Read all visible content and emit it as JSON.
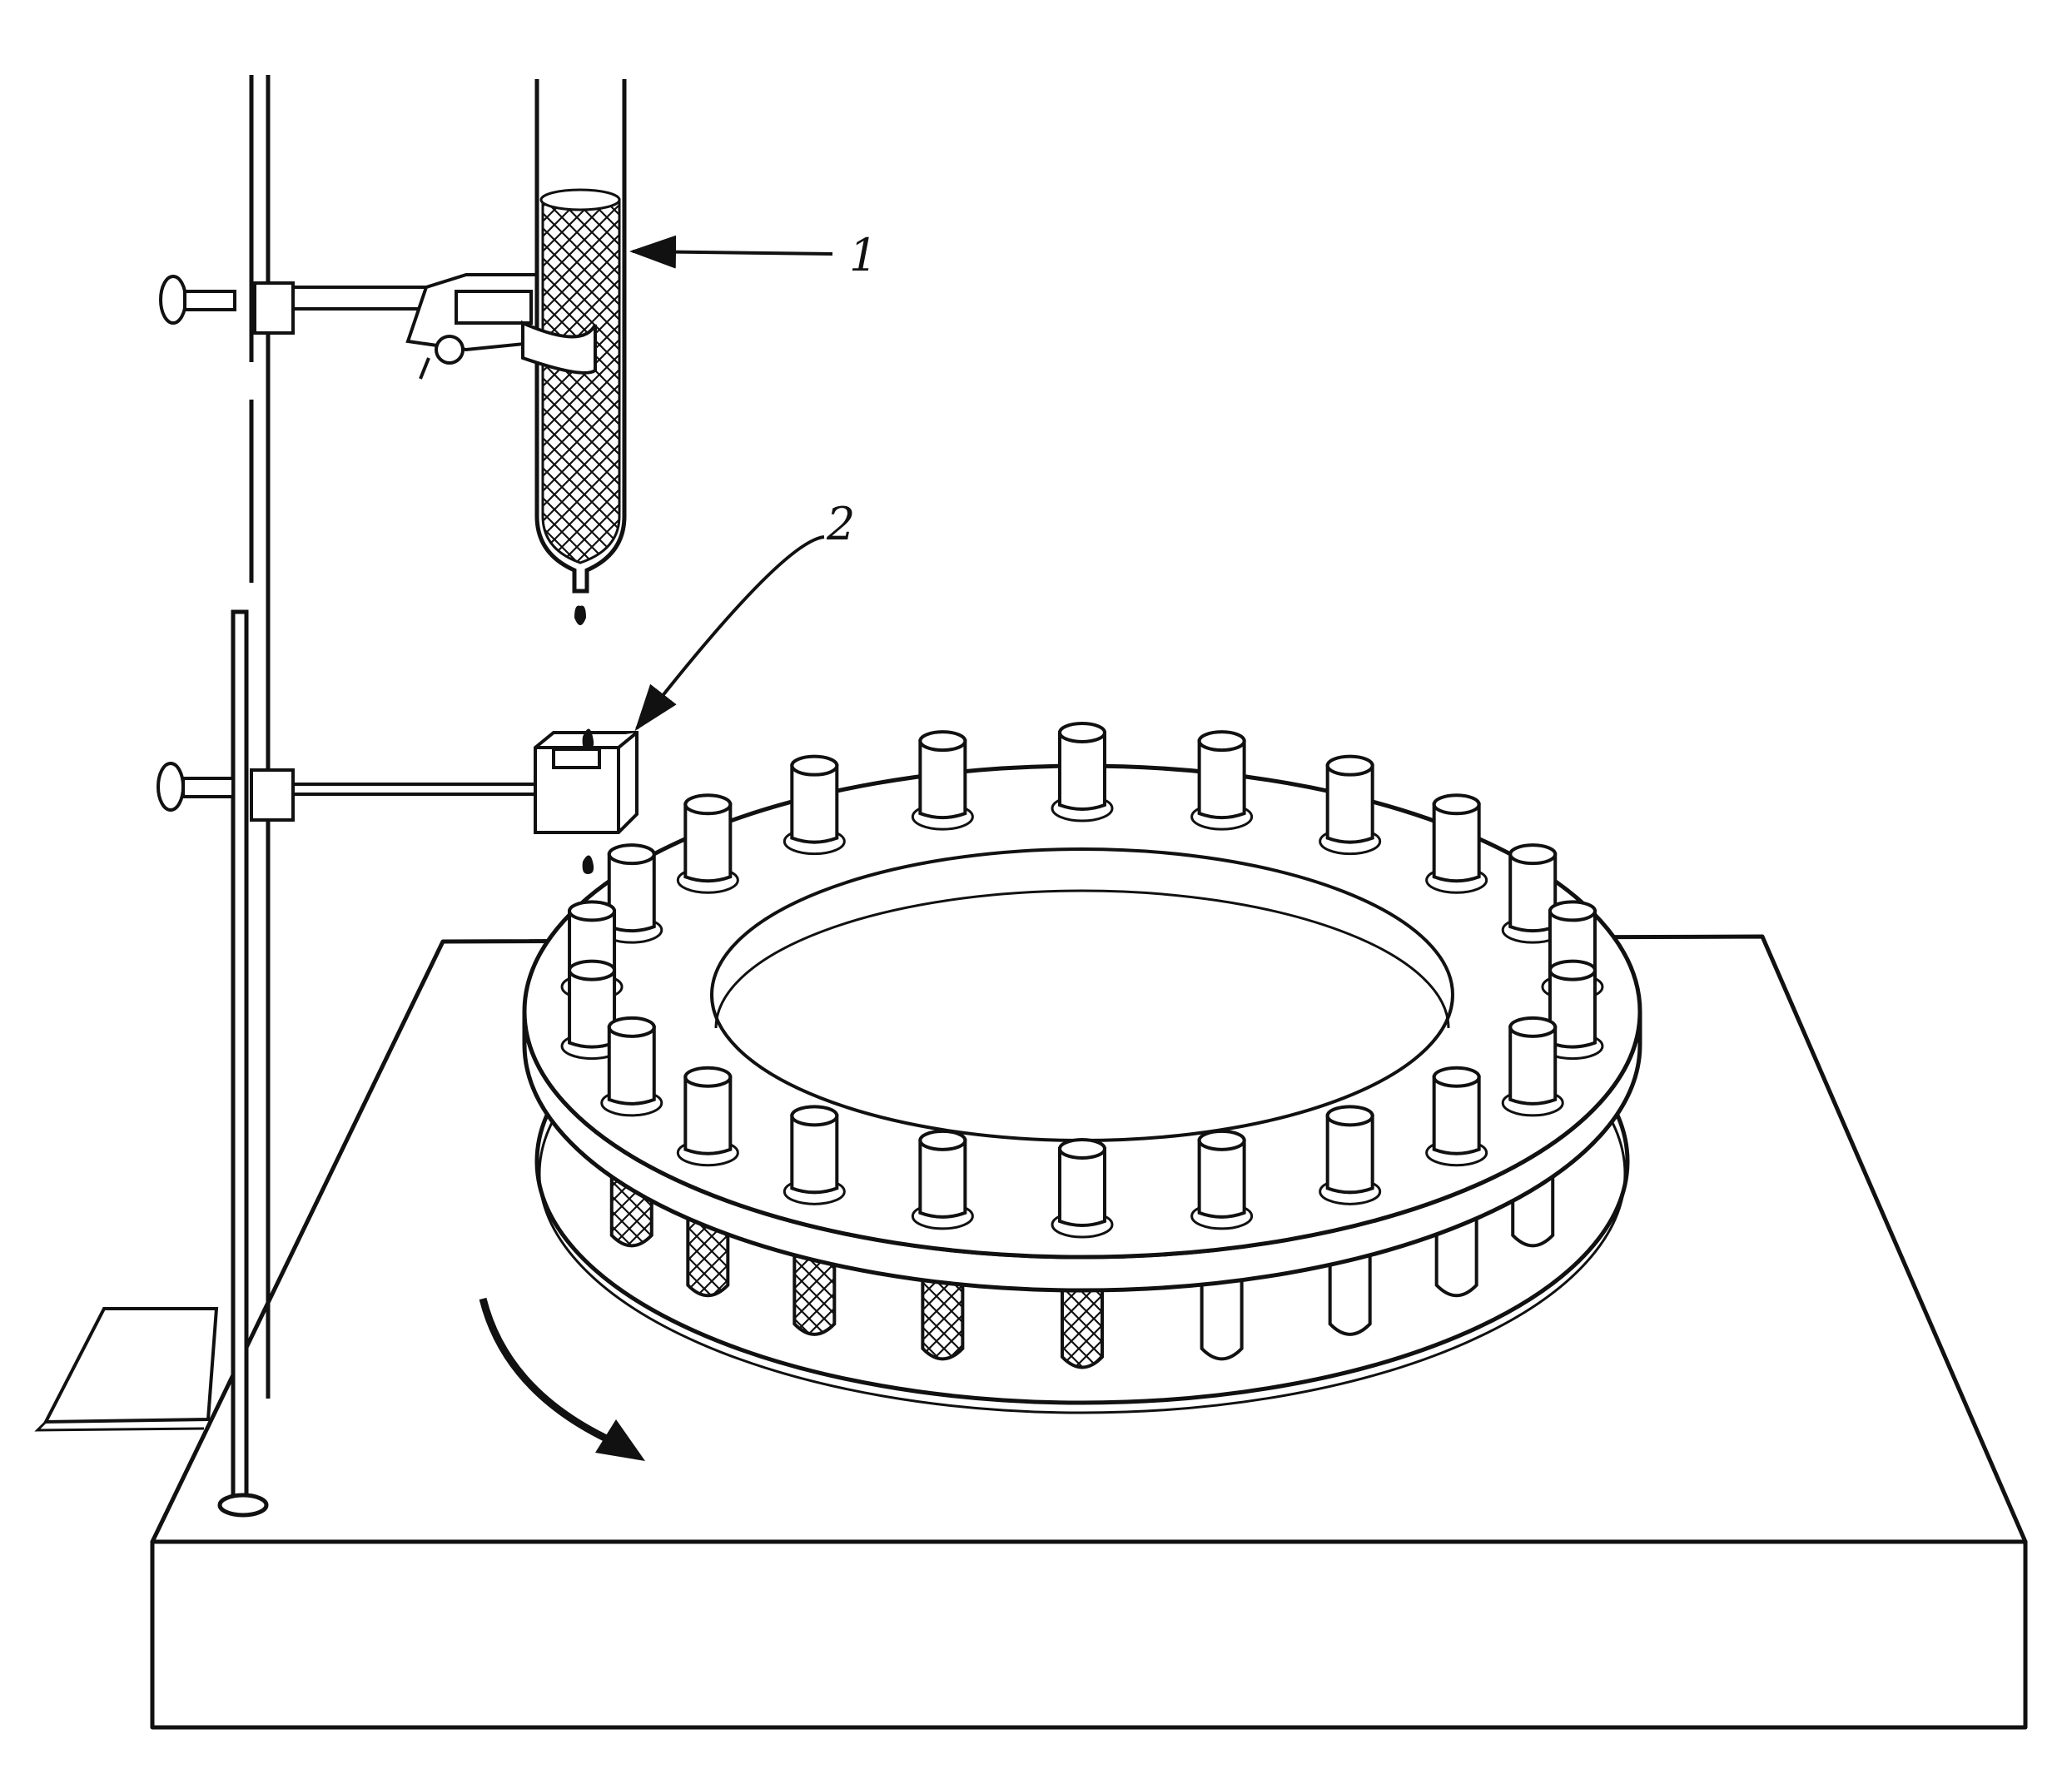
{
  "labels": {
    "column": "1",
    "dropCounter": "2"
  },
  "colors": {
    "ink": "#111111",
    "paper": "#ffffff"
  },
  "rack": {
    "tubeCount": 22
  }
}
